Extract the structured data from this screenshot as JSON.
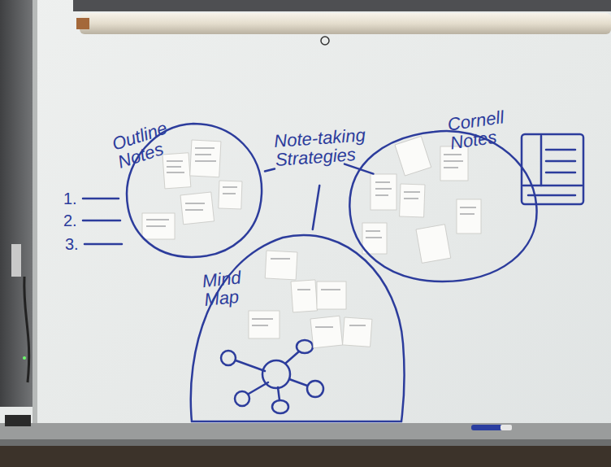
{
  "diagram": {
    "nodes": [
      {
        "text": [
          "Outline Notes"
        ]
      },
      {
        "text": [
          "Note-taking Strategies"
        ]
      },
      {
        "text": [
          "Cornell Notes"
        ]
      },
      {
        "text": [
          "Mind Map"
        ]
      }
    ],
    "edges": [
      {
        "from": 1,
        "to": 0,
        "arrow": "none"
      },
      {
        "from": 1,
        "to": 2,
        "arrow": "none"
      },
      {
        "from": 1,
        "to": 3,
        "arrow": "none"
      }
    ],
    "labels": [
      "1.",
      "2.",
      "3."
    ]
  }
}
